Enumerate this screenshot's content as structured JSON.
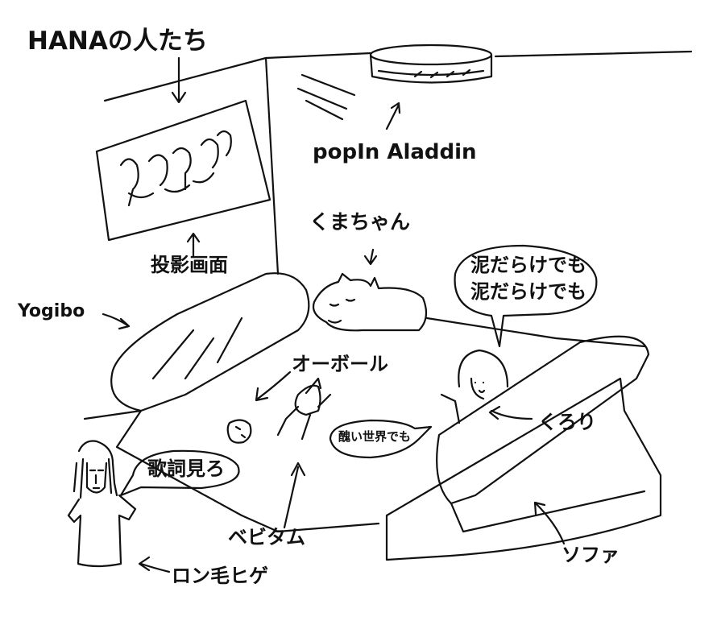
{
  "title": "HANAの人たち",
  "labels": {
    "projector": "popIn Aladdin",
    "cat": "くまちゃん",
    "screen": "投影画面",
    "beanbag": "Yogibo",
    "ball": "オーボール",
    "kurori": "くろり",
    "baby": "ベビタム",
    "sofa": "ソファ",
    "longhair": "ロン毛ヒゲ"
  },
  "speech": {
    "kurori_line1": "泥だらけでも",
    "kurori_line2": "泥だらけでも",
    "baby": "醜い世界でも",
    "longhair": "歌詞見ろ"
  },
  "colors": {
    "ink": "#111111",
    "background": "#ffffff"
  }
}
